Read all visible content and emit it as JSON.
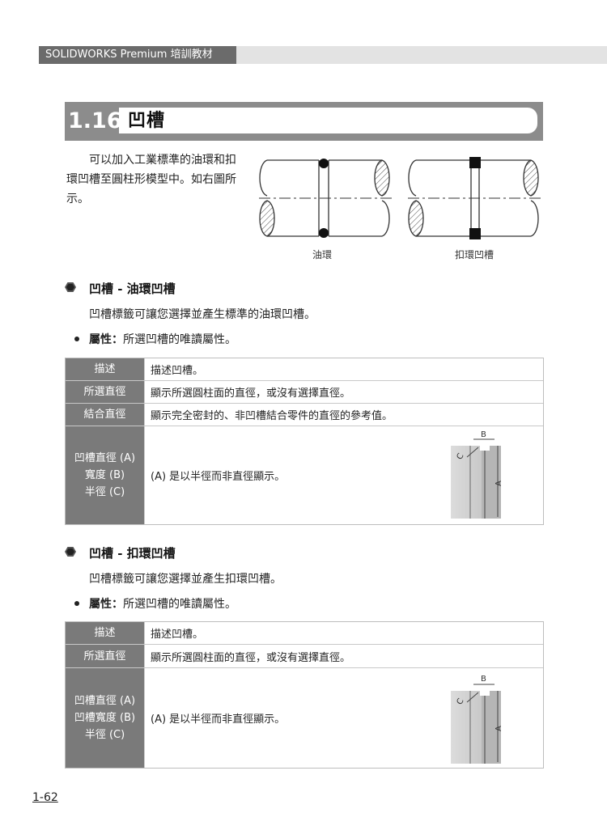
{
  "header": {
    "book_title": "SOLIDWORKS Premium 培訓教材"
  },
  "section": {
    "number": "1.16",
    "title": "凹槽"
  },
  "intro_text": "可以加入工業標準的油環和扣環凹槽至圓柱形模型中。如右圖所示。",
  "figure_labels": {
    "oring": "油環",
    "retaining": "扣環凹槽"
  },
  "subsection1": {
    "title": "凹槽 - 油環凹槽",
    "description": "凹槽標籤可讓您選擇並產生標準的油環凹槽。",
    "property_label": "屬性：",
    "property_text": "所選凹槽的唯讀屬性。",
    "rows": [
      {
        "header": "描述",
        "value": "描述凹槽。"
      },
      {
        "header": "所選直徑",
        "value": "顯示所選圓柱面的直徑，或沒有選擇直徑。"
      },
      {
        "header": "結合直徑",
        "value": "顯示完全密封的、非凹槽結合零件的直徑的參考值。"
      }
    ],
    "multi_header": [
      "凹槽直徑 (A)",
      "寬度 (B)",
      "半徑 (C)"
    ],
    "multi_value": "(A) 是以半徑而非直徑顯示。"
  },
  "subsection2": {
    "title": "凹槽 - 扣環凹槽",
    "description": "凹槽標籤可讓您選擇並產生扣環凹槽。",
    "property_label": "屬性：",
    "property_text": "所選凹槽的唯讀屬性。",
    "rows": [
      {
        "header": "描述",
        "value": "描述凹槽。"
      },
      {
        "header": "所選直徑",
        "value": "顯示所選圓柱面的直徑，或沒有選擇直徑。"
      }
    ],
    "multi_header": [
      "凹槽直徑 (A)",
      "凹槽寬度 (B)",
      "半徑 (C)"
    ],
    "multi_value": "(A) 是以半徑而非直徑顯示。"
  },
  "dim_labels": {
    "a": "A",
    "b": "B",
    "c": "C"
  },
  "page_number": "1-62"
}
